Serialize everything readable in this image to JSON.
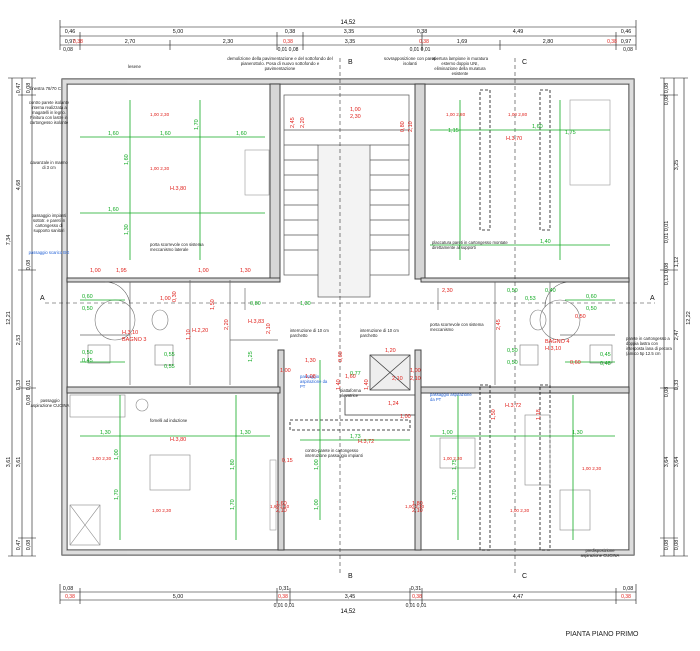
{
  "title": "PIANTA PIANO PRIMO",
  "colors": {
    "wall": "#555555",
    "dim": "#111111",
    "dim_red": "#e0201b",
    "green": "#11aa22",
    "blue": "#1f5fd6",
    "hatch": "#888888"
  },
  "top_dims": {
    "total": "14,52",
    "row1": [
      "0,46",
      "5,00",
      "3,35",
      "4,49",
      "0,46"
    ],
    "row1_small": [
      "0,38",
      "0,38"
    ],
    "row2": [
      "0,97",
      "2,70",
      "2,30",
      "3,35",
      "1,69",
      "2,80",
      "0,97"
    ],
    "row2_red": [
      "0,38",
      "0,38",
      "0,38",
      "0,38"
    ],
    "row3": [
      "0,08",
      "0,01 0,08",
      "0,01 0,01",
      "0,08"
    ]
  },
  "bottom_dims": {
    "total": "14,52",
    "row1": [
      "0,08",
      "5,00",
      "0,31",
      "3,45",
      "0,31",
      "4,47",
      "0,08"
    ],
    "row1_red": [
      "0,38",
      "0,38",
      "0,38",
      "0,38"
    ],
    "row2": [
      "0,01 0,01",
      "0,01 0,01"
    ]
  },
  "left_dims": {
    "total": "12,21",
    "items": [
      "0,47",
      "4,68",
      "7,34",
      "2,53",
      "0,33",
      "3,61",
      "3,61",
      "0,47"
    ],
    "small": [
      "0,08",
      "0,08",
      "0,01",
      "0,08",
      "0,08"
    ]
  },
  "right_dims": {
    "total": "12,22",
    "items": [
      "0,08",
      "3,25",
      "0,01 0,01",
      "1,12",
      "2,47",
      "0,33",
      "3,64",
      "3,64",
      "0,08"
    ],
    "small": [
      "0,08",
      "0,08",
      "0,13",
      "0,08",
      "0,08"
    ]
  },
  "section_marks": [
    "A",
    "A",
    "B",
    "B",
    "C",
    "C"
  ],
  "rooms": [
    {
      "label": "H.3,80"
    },
    {
      "label": "H.3,70"
    },
    {
      "label": "BAGNO 3",
      "sub": "H.3,10"
    },
    {
      "label": "BAGNO 4",
      "sub": "H.3,10"
    },
    {
      "label": "H.3,80"
    },
    {
      "label": "H.3,72"
    },
    {
      "label": "H.3,72"
    },
    {
      "label": "H.3,83"
    },
    {
      "label": "H.2,20"
    }
  ],
  "notes": {
    "finestra": "finestra 78/70 C",
    "lesene": "lesene",
    "demolizione": "demolizione della pavimentazione e del sottofondo del pianerottolo. Posa di nuovo sottofondo e pavimentazione",
    "sovrapposizione": "sovrapposizione con pareti isolanti",
    "controparete": "contro parete isolante interna realizzata a magatelli in legno. Finitura con lastre in cartongesso isolante",
    "davanzale": "davanzale in marmo di 3 cm",
    "passaggio_impianti": "passaggio impianti sottotr. e pareti in cartongesso di supporto sanitari",
    "passaggio_scarico": "passaggio scarico BG",
    "porta_scorrevole": "porta scorrevole con sistema meccanismo laterale",
    "apertura": "apertura lampione in muratura esterno doppio UNI, eliminazione della muratura esistente",
    "placcatura": "placcatura pareti in cartongesso montate direttamente al supporti",
    "interruzione_1": "interruzione di 10 cm parchetto",
    "interruzione_2": "interruzione di 10 cm parchetto",
    "porta_scorrevole_2": "porta scorrevole con sistema meccanismo",
    "passaggio_aspirazione_cucina": "passaggio aspirazione CUCINA",
    "fornelli": "fornelli ad induzione",
    "piattaforma": "piattaforma elevatrice",
    "contropiano": "contro-parete in cartongesso interruzione passaggio impianti",
    "passaggio_aspirazione_pt": "passaggio aspirazione da PT",
    "passaggio_aspirazione_bagno": "passaggio aspirazione da PT",
    "predisposizione": "predisposizione aspirazione CUCINA",
    "parete_cartongesso": "parete in cartongesso a doppia lastra con interposta lana di pecora (amico 5p 12.5 cm"
  },
  "green_dims": [
    "1,60",
    "1,60",
    "1,70",
    "1,60",
    "1,30",
    "1,60",
    "1,60",
    "1,15",
    "1,60",
    "1,75",
    "1,40",
    "1,30",
    "1,00",
    "1,70",
    "1,80",
    "1,70",
    "1,30",
    "1,00",
    "1,30",
    "1,70",
    "1,75",
    "1,73",
    "1,00",
    "1,00",
    "1,30",
    "0,60",
    "0,50",
    "0,55",
    "0,45",
    "0,50",
    "0,50",
    "0,55",
    "0,53",
    "0,48",
    "0,80",
    "0,60",
    "0,50",
    "0,45",
    "0,50",
    "0,50",
    "0,40",
    "1,25",
    "0,77"
  ],
  "red_dims": [
    "1,95",
    "1,00",
    "1,30",
    "0,30",
    "2,20",
    "2,10",
    "1,00",
    "0,80",
    "2,10",
    "1,30",
    "1,20",
    "1,08",
    "1,60",
    "1,24",
    "1,40",
    "1,00",
    "0,15",
    "1,60",
    "2,10",
    "1,80",
    "2,10",
    "0,60",
    "1,00",
    "0,50",
    "1,10",
    "2,45",
    "2,20",
    "2,45",
    "1,50",
    "1,18",
    "1,40",
    "2,30",
    "1,00",
    "2,10",
    "1,50",
    "1,00",
    "0,60",
    "2,30",
    "1,00",
    "2,10"
  ],
  "window_labels": [
    "1,00 2,30",
    "1,00 2,30",
    "1,00 2,80",
    "1,00 2,80",
    "1,00 2,30",
    "1,00 2,30",
    "1,60 2,10",
    "1,00 2,10",
    "1,00 2,30",
    "1,00 2,30",
    "1,00 2,30"
  ]
}
